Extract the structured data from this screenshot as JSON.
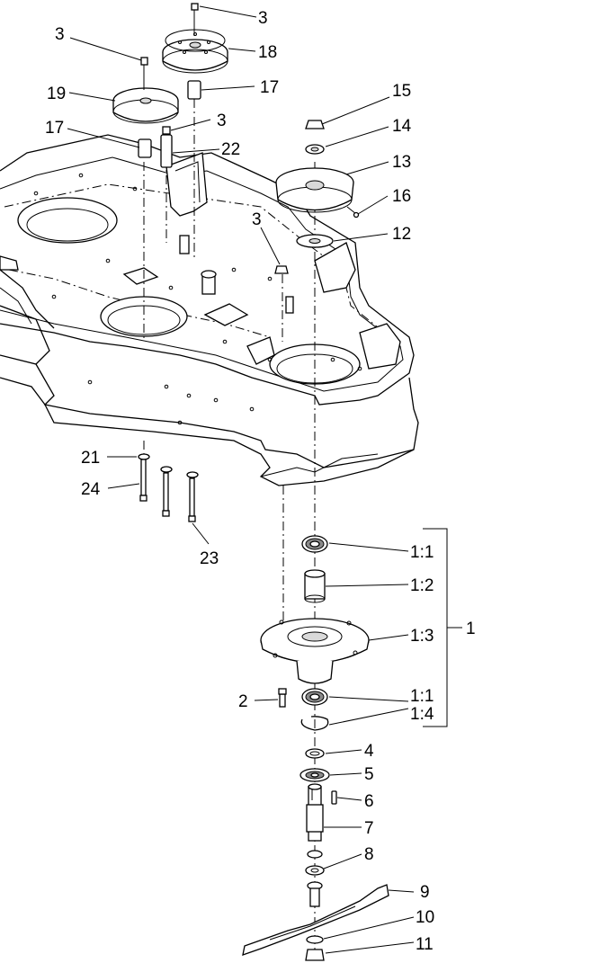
{
  "diagram": {
    "callouts": [
      {
        "id": "c-3-top-right",
        "label": "3"
      },
      {
        "id": "c-3-top-left",
        "label": "3"
      },
      {
        "id": "c-18",
        "label": "18"
      },
      {
        "id": "c-19",
        "label": "19"
      },
      {
        "id": "c-17-right",
        "label": "17"
      },
      {
        "id": "c-17-left",
        "label": "17"
      },
      {
        "id": "c-3-mid",
        "label": "3"
      },
      {
        "id": "c-22",
        "label": "22"
      },
      {
        "id": "c-15",
        "label": "15"
      },
      {
        "id": "c-14",
        "label": "14"
      },
      {
        "id": "c-13",
        "label": "13"
      },
      {
        "id": "c-16",
        "label": "16"
      },
      {
        "id": "c-12",
        "label": "12"
      },
      {
        "id": "c-3-deck",
        "label": "3"
      },
      {
        "id": "c-21",
        "label": "21"
      },
      {
        "id": "c-24",
        "label": "24"
      },
      {
        "id": "c-23",
        "label": "23"
      },
      {
        "id": "c-1-1-top",
        "label": "1:1"
      },
      {
        "id": "c-1-2",
        "label": "1:2"
      },
      {
        "id": "c-1-3",
        "label": "1:3"
      },
      {
        "id": "c-1",
        "label": "1"
      },
      {
        "id": "c-2",
        "label": "2"
      },
      {
        "id": "c-1-1-bottom",
        "label": "1:1"
      },
      {
        "id": "c-1-4",
        "label": "1:4"
      },
      {
        "id": "c-4",
        "label": "4"
      },
      {
        "id": "c-5",
        "label": "5"
      },
      {
        "id": "c-6",
        "label": "6"
      },
      {
        "id": "c-7",
        "label": "7"
      },
      {
        "id": "c-8",
        "label": "8"
      },
      {
        "id": "c-9",
        "label": "9"
      },
      {
        "id": "c-10",
        "label": "10"
      },
      {
        "id": "c-11",
        "label": "11"
      }
    ]
  }
}
